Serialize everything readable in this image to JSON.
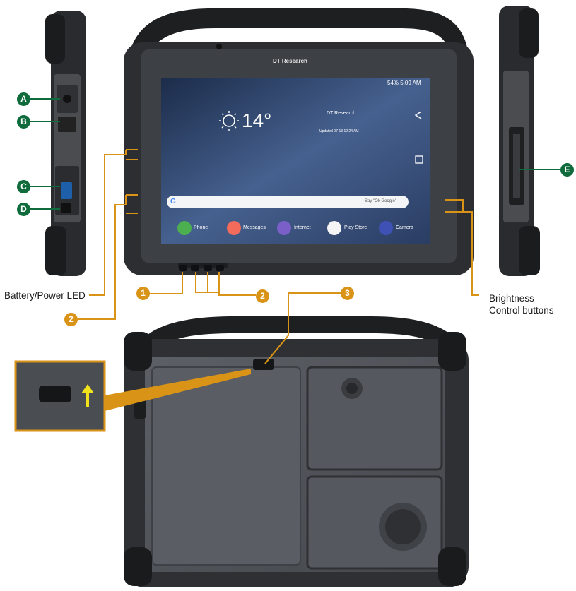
{
  "callouts": {
    "battery_led": "Battery/Power LED",
    "brightness_line1": "Brightness",
    "brightness_line2": "Control buttons",
    "letters": [
      "A",
      "B",
      "C",
      "D",
      "E"
    ],
    "numbers": [
      "1",
      "2",
      "3"
    ]
  },
  "screen": {
    "brand": "DT Research",
    "status_bar": "54% 5:09 AM",
    "weather_temp": "14°",
    "location": "DT Research",
    "updated": "Updated 07-13 12:24 AM",
    "search_hint": "Say \"Ok Google\"",
    "apps": [
      "Phone",
      "Messages",
      "Internet",
      "Play Store",
      "Camera"
    ]
  },
  "colors": {
    "badge_green": "#0f6b3c",
    "badge_orange": "#d99316",
    "latch_arrow": "#f2e21c"
  }
}
